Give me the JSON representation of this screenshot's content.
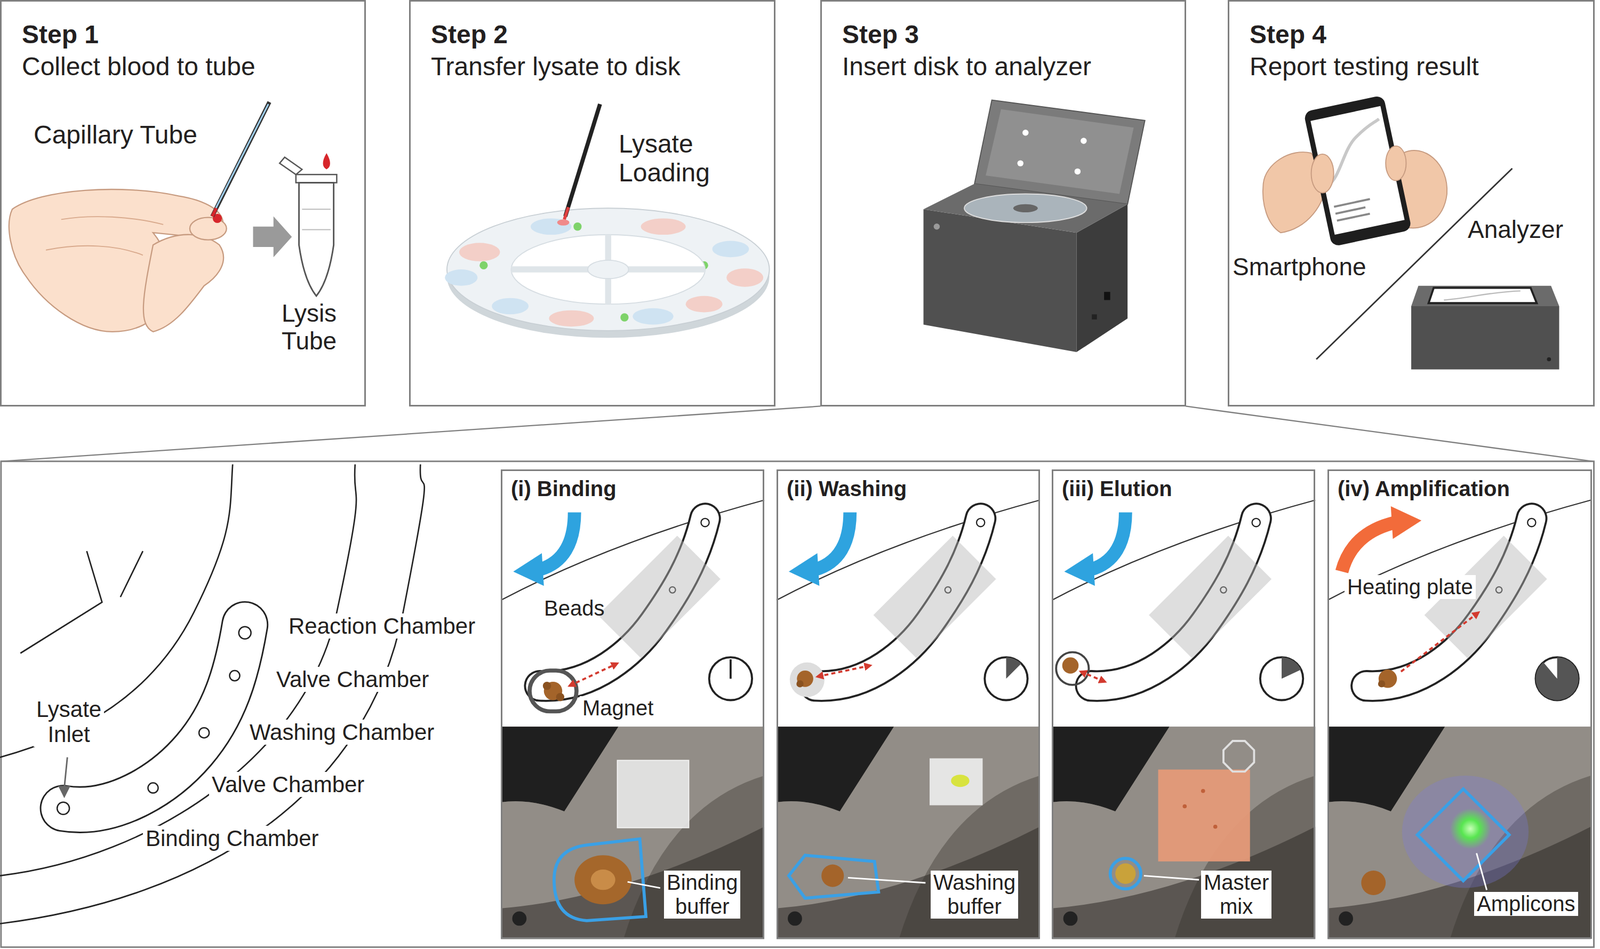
{
  "diagram": {
    "nodes": [
      {
        "text": [
          "Step 1",
          "Collect blood to tube"
        ]
      },
      {
        "text": [
          "Step 2",
          "Transfer lysate to disk"
        ]
      },
      {
        "text": [
          "Step 3",
          "Insert disk to analyzer"
        ]
      },
      {
        "text": [
          "Step 4",
          "Report testing result"
        ]
      },
      {
        "text": [
          "(i) Binding"
        ]
      },
      {
        "text": [
          "(ii) Washing"
        ]
      },
      {
        "text": [
          "(iii) Elution"
        ]
      },
      {
        "text": [
          "(iv) Amplification"
        ]
      }
    ],
    "labels": [
      "Capillary Tube",
      "Lysis Tube",
      "Lysate Loading",
      "Smartphone",
      "Analyzer",
      "Reaction Chamber",
      "Valve Chamber",
      "Washing Chamber",
      "Valve Chamber",
      "Lysate Inlet",
      "Binding Chamber",
      "Beads",
      "Magnet",
      "Binding buffer",
      "Washing buffer",
      "Master mix",
      "Heating plate",
      "Amplicons"
    ]
  }
}
